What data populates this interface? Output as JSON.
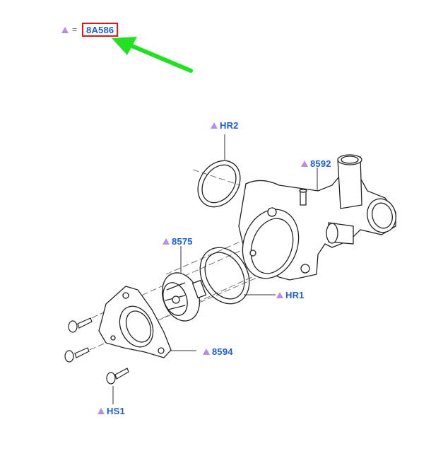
{
  "header": {
    "equals_sign": "=",
    "part_code": "8A586"
  },
  "callouts": {
    "hr2": "HR2",
    "p8592": "8592",
    "p8575": "8575",
    "hr1": "HR1",
    "p8594": "8594",
    "hs1": "HS1"
  },
  "colors": {
    "callout_text": "#1f5fd1",
    "callout_marker": "#b98ce6",
    "highlight_box": "#e0151b",
    "arrow": "#22e022"
  },
  "icons": {
    "callout_marker": "triangle-icon",
    "pointer": "green-arrow-icon"
  }
}
